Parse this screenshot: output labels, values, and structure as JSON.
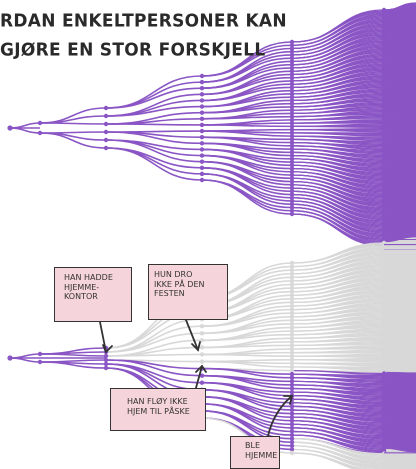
{
  "title": {
    "line1": "RDAN ENKELTPERSONER KAN",
    "line2": "GJØRE EN STOR FORSKJELL"
  },
  "callouts": {
    "hjemmekontor": "HAN HADDE\nHJEMME-\nKONTOR",
    "festen": "HUN DRO\nIKKE PÅ DEN\nFESTEN",
    "paske": "HAN FLØY IKKE\nHJEM TIL PÅSKE",
    "hjemme": "BLE\nHJEMME"
  },
  "colors": {
    "accent": "#8a55c4",
    "faded": "#d8d8d8",
    "callout_fill": "#f6d4db",
    "ink": "#333333"
  }
}
